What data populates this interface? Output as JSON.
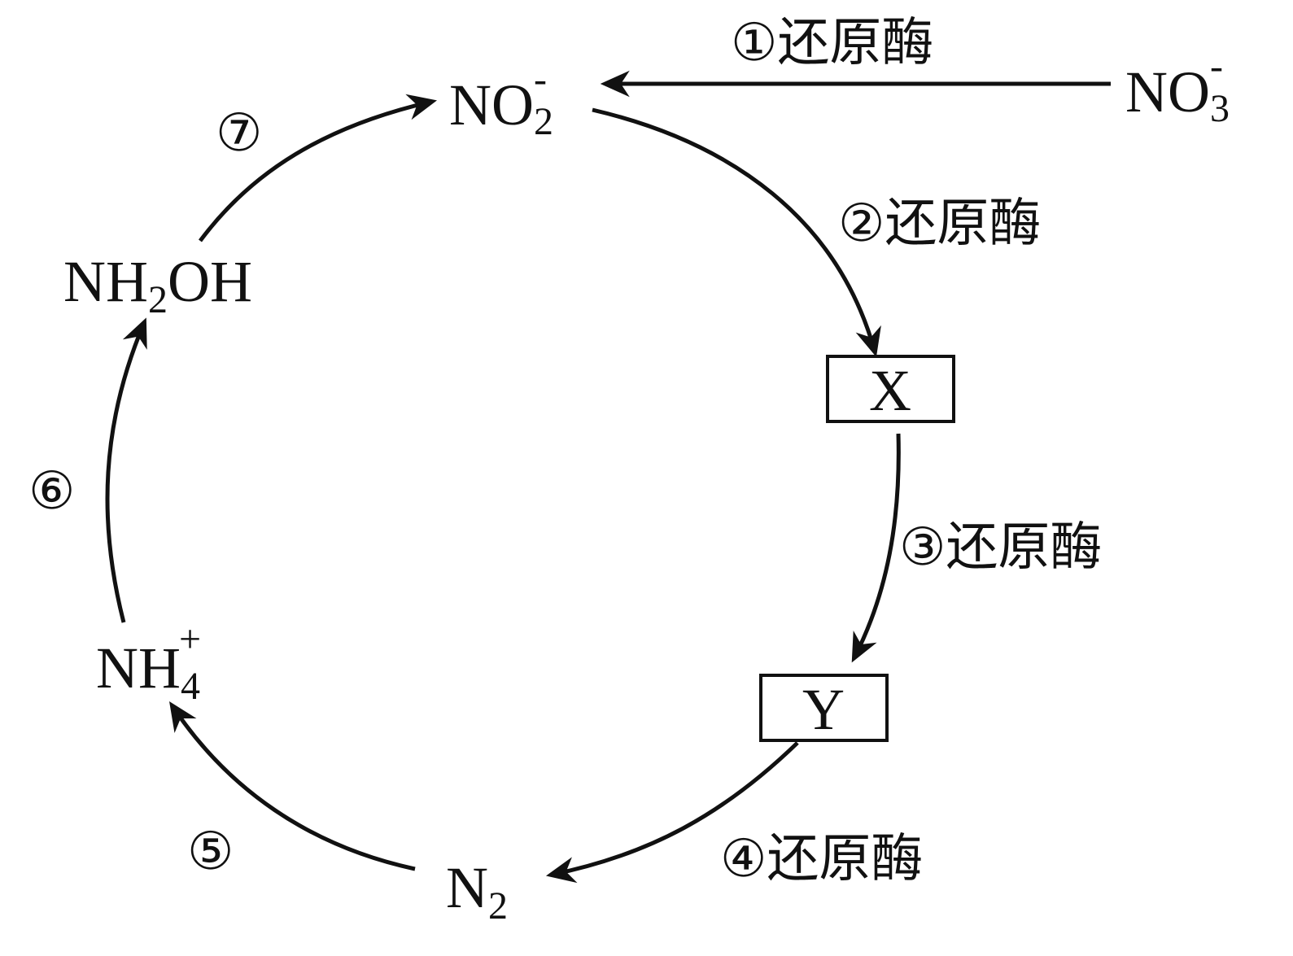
{
  "species": {
    "nitrite": {
      "base": "NO",
      "sub": "2",
      "sup": "-"
    },
    "nitrate": {
      "base": "NO",
      "sub": "3",
      "sup": "-"
    },
    "hydroxylamine": {
      "base1": "NH",
      "sub": "2",
      "base2": "OH"
    },
    "ammonium": {
      "base": "NH",
      "sub": "4",
      "sup": "+"
    },
    "nitrogen": {
      "base": "N",
      "sub": "2"
    },
    "x": "X",
    "y": "Y"
  },
  "steps": [
    {
      "num": "①",
      "enzyme": "还原酶"
    },
    {
      "num": "②",
      "enzyme": "还原酶"
    },
    {
      "num": "③",
      "enzyme": "还原酶"
    },
    {
      "num": "④",
      "enzyme": "还原酶"
    },
    {
      "num": "⑤",
      "enzyme": ""
    },
    {
      "num": "⑥",
      "enzyme": ""
    },
    {
      "num": "⑦",
      "enzyme": ""
    }
  ]
}
